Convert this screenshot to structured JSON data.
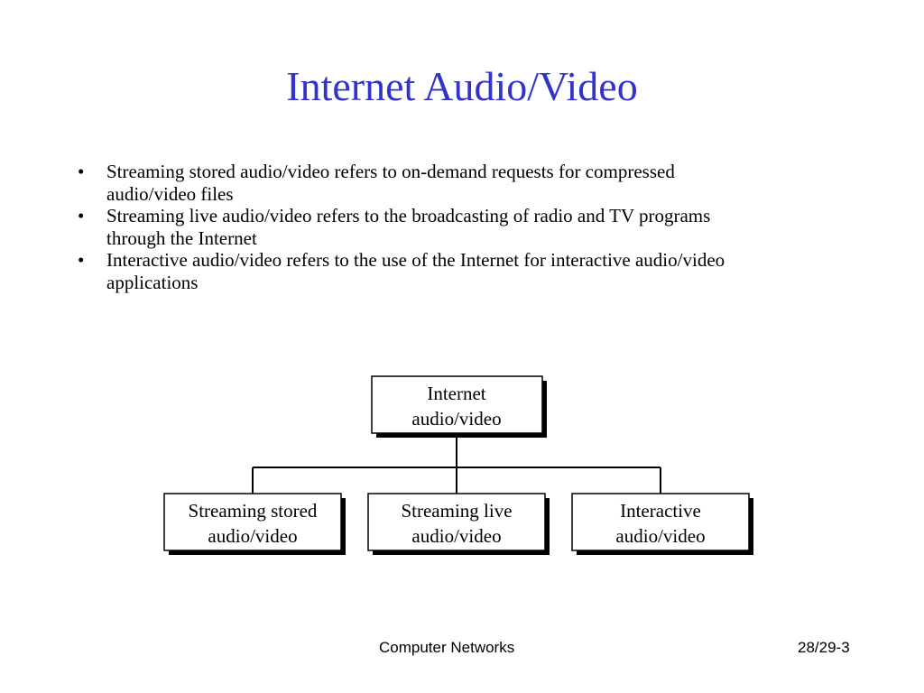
{
  "slide": {
    "title": "Internet Audio/Video",
    "bullets": [
      {
        "marker": "•",
        "line1": "Streaming stored audio/video refers to on-demand requests for compressed",
        "line2": "audio/video files"
      },
      {
        "marker": "•",
        "line1": "Streaming live audio/video refers to the broadcasting of radio and TV programs",
        "line2": "through the Internet"
      },
      {
        "marker": "•",
        "line1": "Interactive audio/video refers to the use of the Internet for interactive audio/video",
        "line2": "applications"
      }
    ],
    "footer": {
      "course": "Computer Networks",
      "page": "28/29-3"
    }
  },
  "diagram": {
    "root": {
      "line1": "Internet",
      "line2": "audio/video"
    },
    "children": [
      {
        "line1": "Streaming stored",
        "line2": "audio/video"
      },
      {
        "line1": "Streaming live",
        "line2": "audio/video"
      },
      {
        "line1": "Interactive",
        "line2": "audio/video"
      }
    ]
  }
}
